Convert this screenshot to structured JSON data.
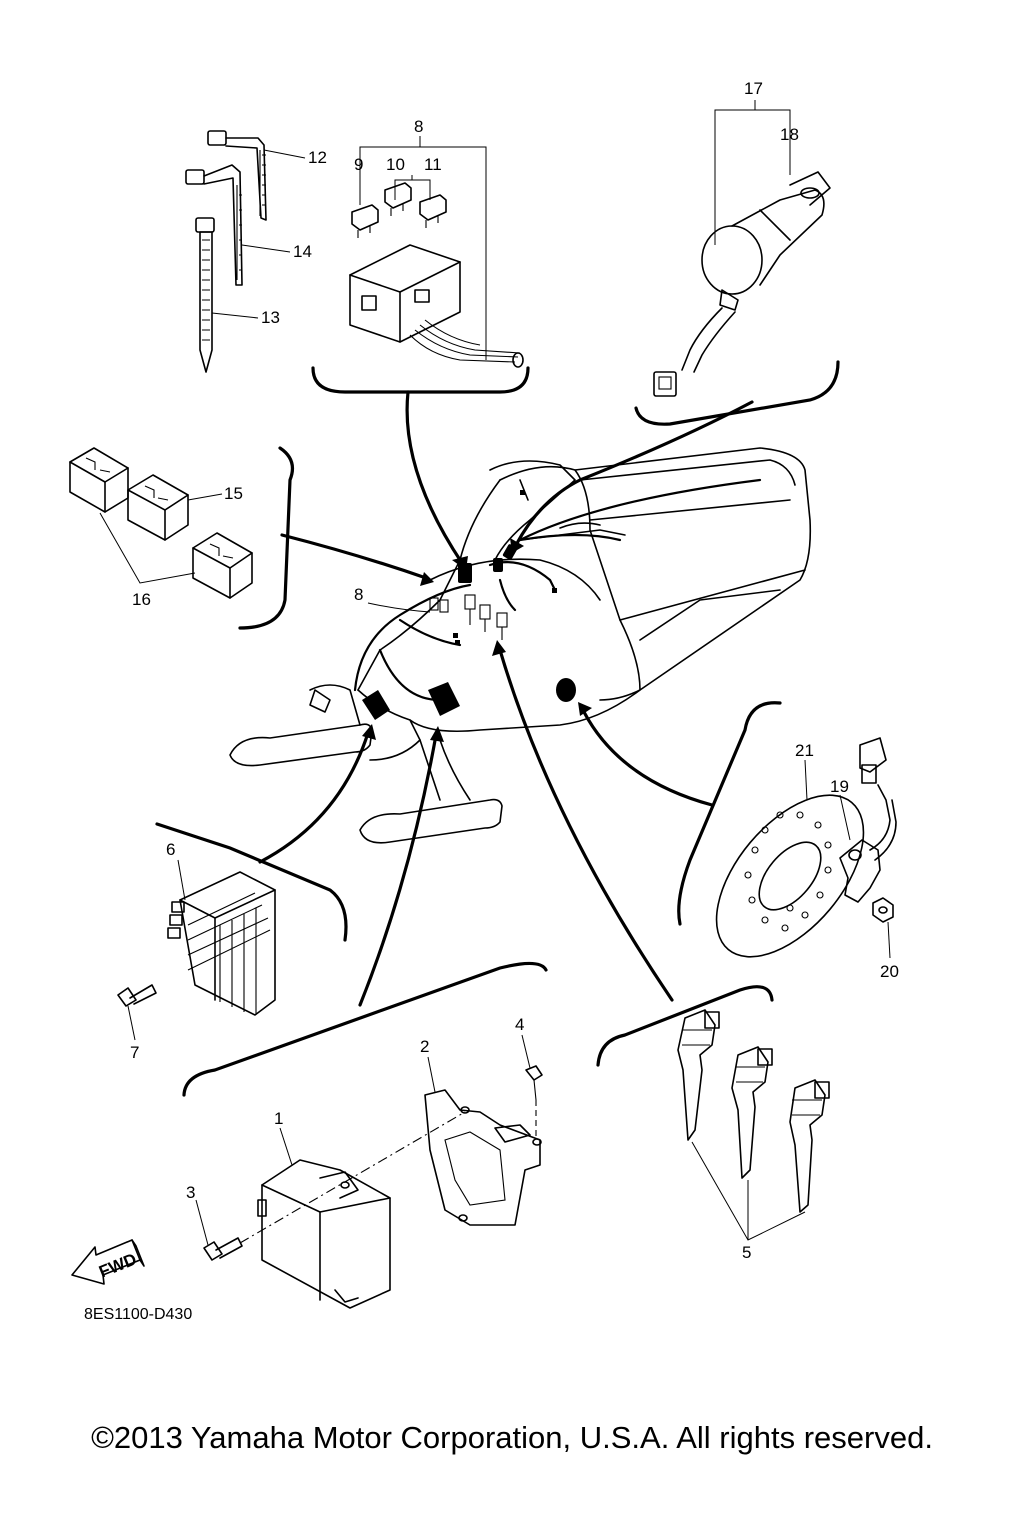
{
  "diagram": {
    "code": "8ES1100-D430",
    "copyright": "©2013 Yamaha Motor Corporation, U.S.A. All rights reserved.",
    "fwd_label": "FWD",
    "callouts": [
      "1",
      "2",
      "3",
      "4",
      "5",
      "6",
      "7",
      "8",
      "9",
      "10",
      "11",
      "12",
      "13",
      "14",
      "15",
      "16",
      "17",
      "18",
      "19",
      "20",
      "21"
    ],
    "frame_label": "8"
  }
}
